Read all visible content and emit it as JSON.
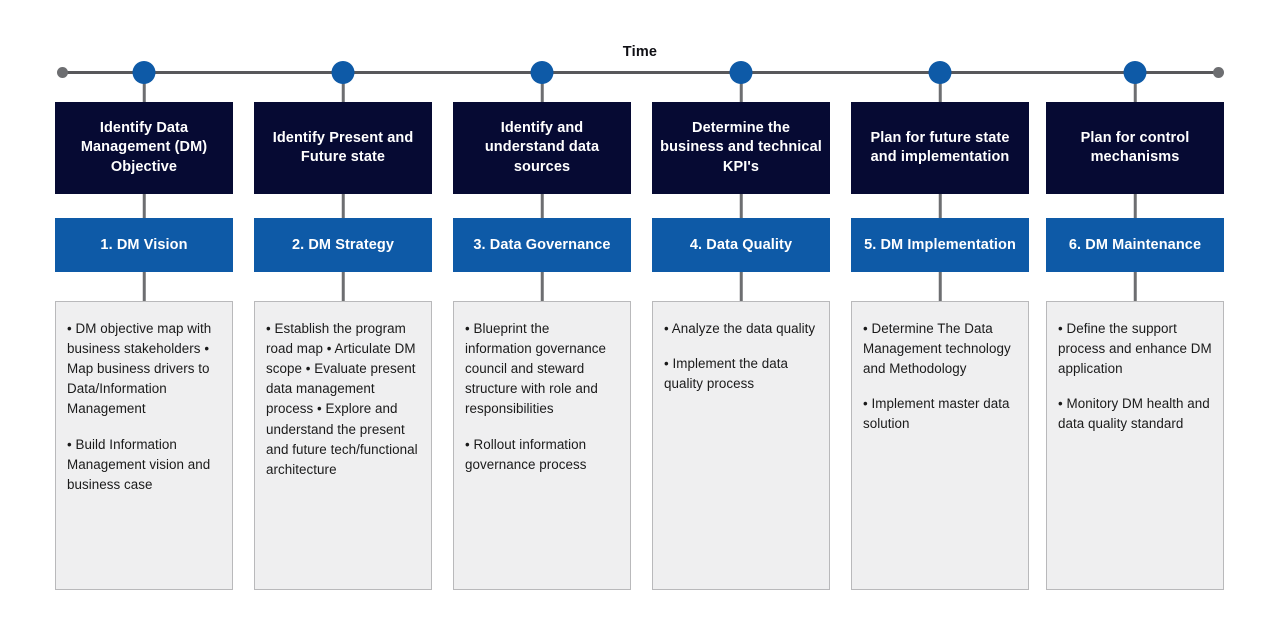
{
  "diagram": {
    "axis": {
      "title": "Time",
      "start_marker": "timeline-start-dot",
      "end_marker": "timeline-end-dot"
    },
    "colors": {
      "stage_navy": "#060a33",
      "phase_blue": "#0e5aa7",
      "detail_gray": "#efeff0",
      "detail_border": "#b9b9bb",
      "axis_gray": "#58585b",
      "endpoint_gray": "#6d6e71"
    },
    "columns": [
      {
        "stage": "Identify Data Management (DM) Objective",
        "phase": "1. DM Vision",
        "details": [
          "• DM objective map with business stakeholders • Map business drivers to Data/Information Management",
          "• Build Information Management vision and business case"
        ]
      },
      {
        "stage": "Identify Present and Future state",
        "phase": "2. DM Strategy",
        "details": [
          "• Establish the program road map • Articulate DM scope • Evaluate present data management process • Explore and understand the present and future tech/functional architecture"
        ]
      },
      {
        "stage": "Identify and understand data sources",
        "phase": "3. Data Governance",
        "details": [
          "• Blueprint the information governance council and steward structure with role and responsibilities",
          "• Rollout information governance process"
        ]
      },
      {
        "stage": "Determine the business and technical KPI's",
        "phase": "4. Data Quality",
        "details": [
          "• Analyze the data quality",
          "• Implement the data quality process"
        ]
      },
      {
        "stage": "Plan for future state and implementation",
        "phase": "5. DM Implementation",
        "details": [
          "• Determine The Data Management technology and Methodology",
          "• Implement master data solution"
        ]
      },
      {
        "stage": "Plan for control mechanisms",
        "phase": "6. DM Maintenance",
        "details": [
          "• Define the support process and enhance DM application",
          "• Monitory DM health and data quality standard"
        ]
      }
    ]
  }
}
